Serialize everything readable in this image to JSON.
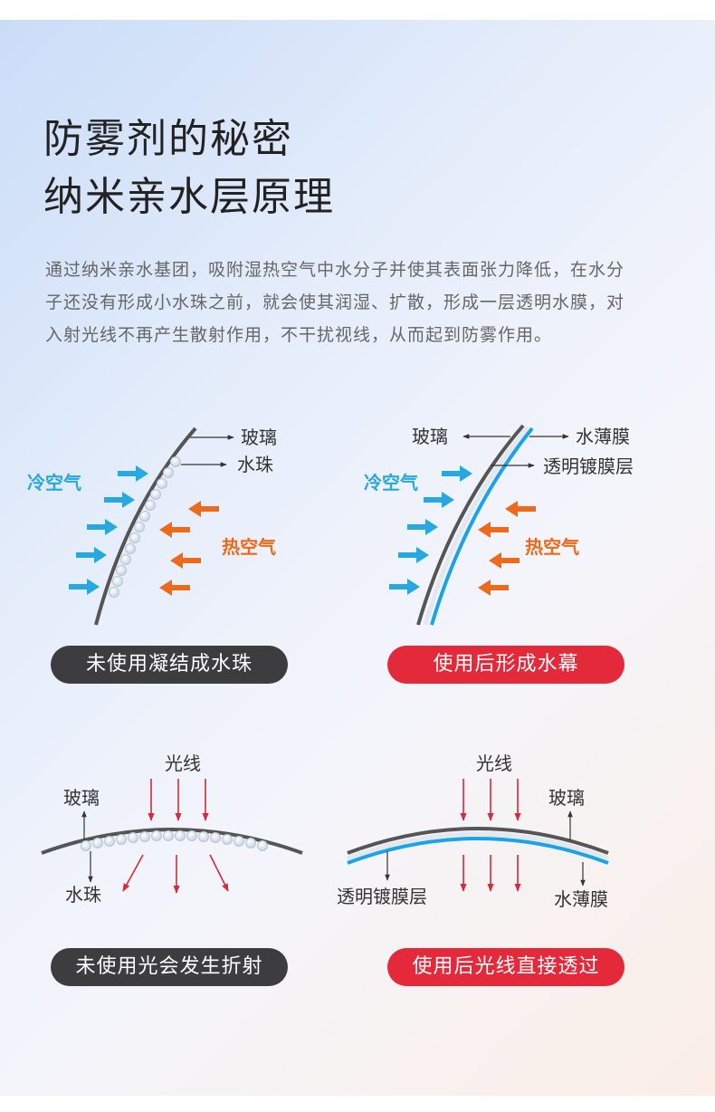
{
  "title_line1": "防雾剂的秘密",
  "title_line2": "纳米亲水层原理",
  "description": "通过纳米亲水基团，吸附湿热空气中水分子并使其表面张力降低，在水分子还没有形成小水珠之前，就会使其润湿、扩散，形成一层透明水膜，对入射光线不再产生散射作用，不干扰视线，从而起到防雾作用。",
  "diagram1": {
    "glass": "玻璃",
    "droplets": "水珠",
    "cold_air": "冷空气",
    "hot_air": "热空气",
    "caption": "未使用凝结成水珠"
  },
  "diagram2": {
    "glass": "玻璃",
    "water_film": "水薄膜",
    "coating": "透明镀膜层",
    "cold_air": "冷空气",
    "hot_air": "热空气",
    "caption": "使用后形成水幕"
  },
  "diagram3": {
    "light": "光线",
    "glass": "玻璃",
    "droplets": "水珠",
    "caption": "未使用光会发生折射"
  },
  "diagram4": {
    "light": "光线",
    "glass": "玻璃",
    "coating": "透明镀膜层",
    "water_film": "水薄膜",
    "caption": "使用后光线直接透过"
  },
  "colors": {
    "cold_arrow": "#27a8e0",
    "hot_arrow": "#ee6a1a",
    "light_arrow": "#d8283a",
    "film": "#1aa3e6",
    "glass": "#555555",
    "dark_pill": "#3d3d3f",
    "red_pill": "#e3293a"
  }
}
